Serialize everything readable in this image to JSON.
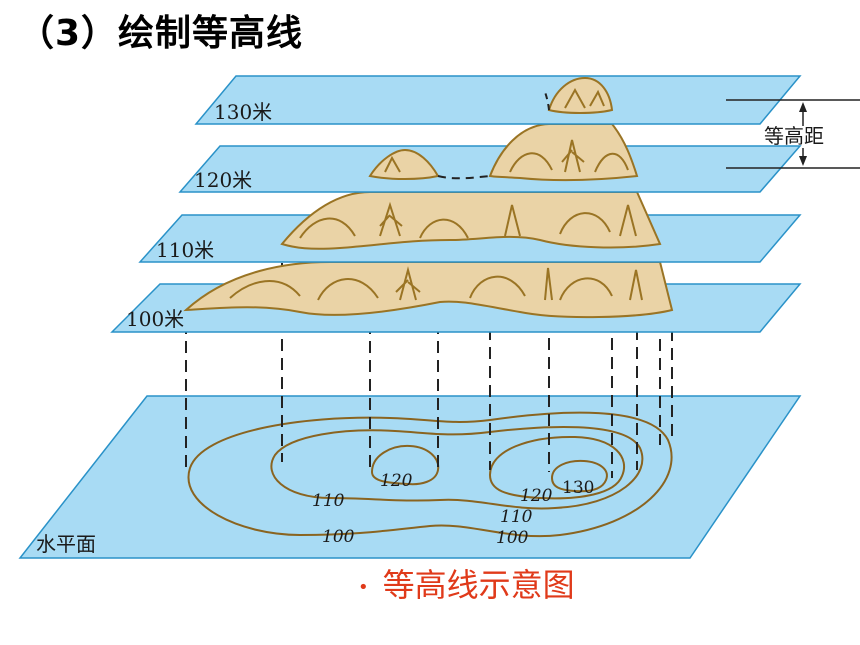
{
  "title": "（3）绘制等高线",
  "caption": "等高线示意图",
  "caption_bullet": "•",
  "planes": [
    {
      "label": "130米"
    },
    {
      "label": "120米"
    },
    {
      "label": "110米"
    },
    {
      "label": "100米"
    }
  ],
  "interval_label": "等高距",
  "base_plane_label": "水平面",
  "contour_labels": {
    "left_120": "120",
    "left_110": "110",
    "left_100": "100",
    "right_130": "130",
    "right_120": "120",
    "right_110": "110",
    "right_100": "100"
  },
  "colors": {
    "plane_fill": "#a8dbf4",
    "plane_stroke": "#2a92c8",
    "terrain_fill": "#ead3a6",
    "terrain_stroke": "#9a7424",
    "contour_stroke": "#8a6420",
    "caption": "#e03a1a"
  }
}
